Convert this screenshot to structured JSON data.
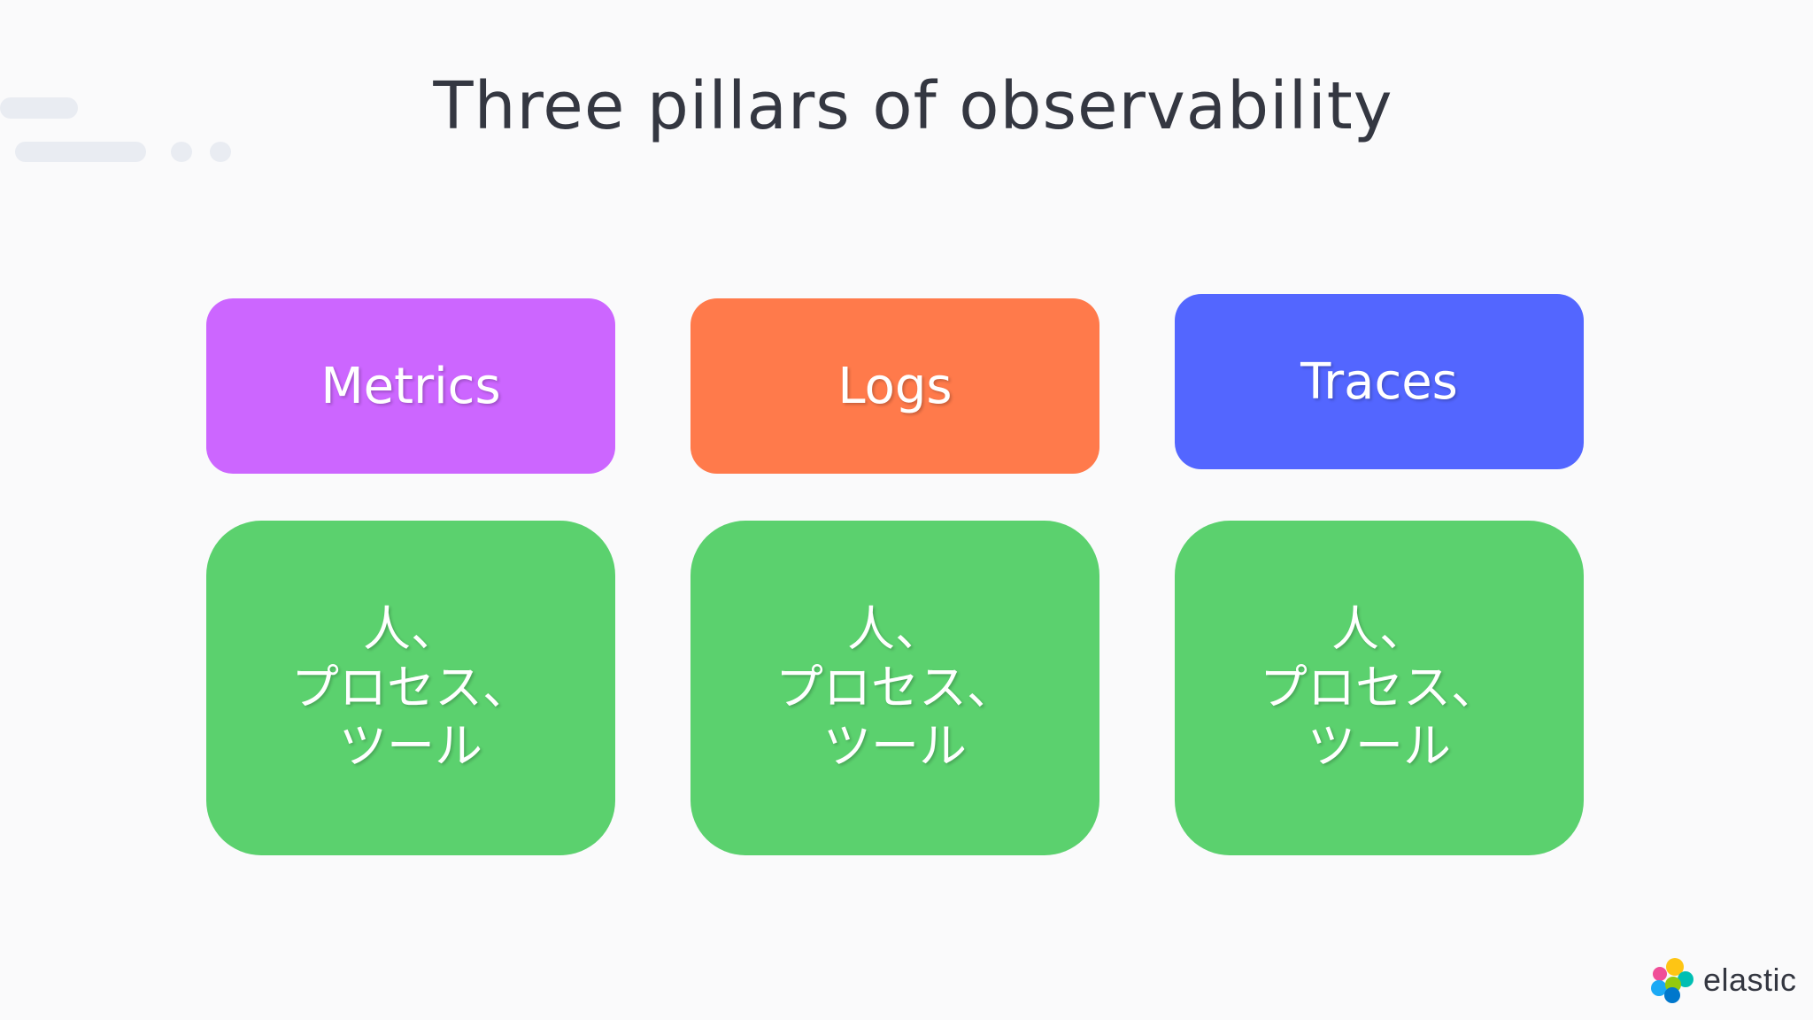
{
  "slide": {
    "title": "Three pillars of observability"
  },
  "pillars": [
    {
      "label": "Metrics",
      "color": "#cc66ff",
      "detail_lines": [
        "人、",
        "プロセス、",
        "ツール"
      ],
      "detail_color": "#5bd16e"
    },
    {
      "label": "Logs",
      "color": "#ff7a4b",
      "detail_lines": [
        "人、",
        "プロセス、",
        "ツール"
      ],
      "detail_color": "#5bd16e"
    },
    {
      "label": "Traces",
      "color": "#5366ff",
      "detail_lines": [
        "人、",
        "プロセス、",
        "ツール"
      ],
      "detail_color": "#5bd16e"
    }
  ],
  "brand": {
    "logo_icon": "elastic-logo-icon",
    "name": "elastic"
  }
}
